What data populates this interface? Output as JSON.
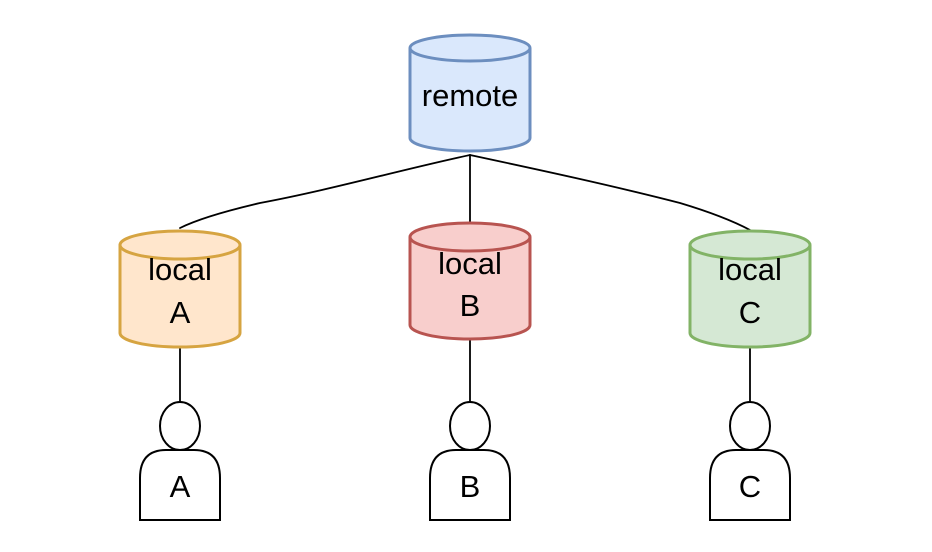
{
  "nodes": {
    "remote": {
      "label": "remote",
      "fill": "#dae8fc",
      "stroke": "#6c8ebf"
    },
    "local_a": {
      "line1": "local",
      "line2": "A",
      "fill": "#ffe6cc",
      "stroke": "#d6a441"
    },
    "local_b": {
      "line1": "local",
      "line2": "B",
      "fill": "#f8cecc",
      "stroke": "#b85450"
    },
    "local_c": {
      "line1": "local",
      "line2": "C",
      "fill": "#d5e8d4",
      "stroke": "#82b366"
    }
  },
  "users": {
    "a": {
      "label": "A"
    },
    "b": {
      "label": "B"
    },
    "c": {
      "label": "C"
    }
  }
}
